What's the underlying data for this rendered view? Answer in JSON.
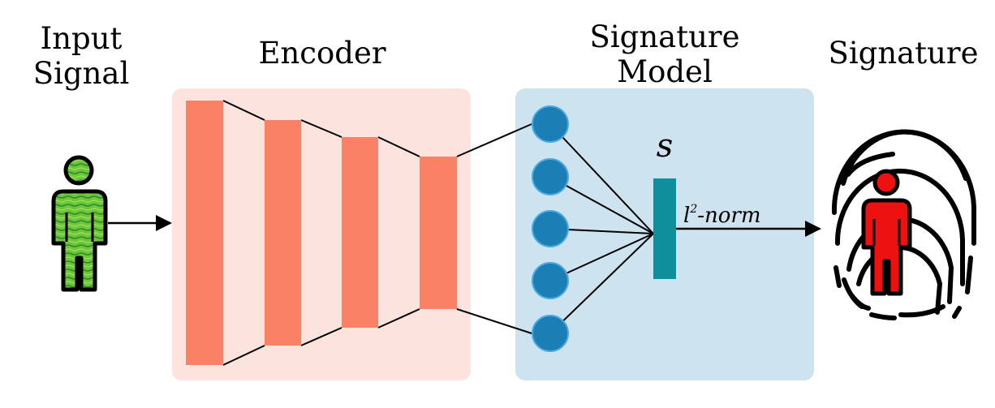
{
  "labels": {
    "input_line1": "Input",
    "input_line2": "Signal",
    "encoder": "Encoder",
    "sigmodel_line1": "Signature",
    "sigmodel_line2": "Model",
    "signature": "Signature",
    "s_symbol": "s",
    "norm_l": "l",
    "norm_exp": "2",
    "norm_rest": "-norm"
  },
  "colors": {
    "encoder_bg": "#fde3de",
    "encoder_layer": "#fa8166",
    "model_bg": "#cde4f0",
    "neuron": "#1b7fb5",
    "neuron_stroke": "#4aa9e0",
    "signature_vector": "#0f8f9b",
    "input_person": "#5bbf35",
    "signature_person": "#ee1111"
  },
  "icons": {
    "input": "person-icon",
    "signature": "fingerprint-icon"
  }
}
